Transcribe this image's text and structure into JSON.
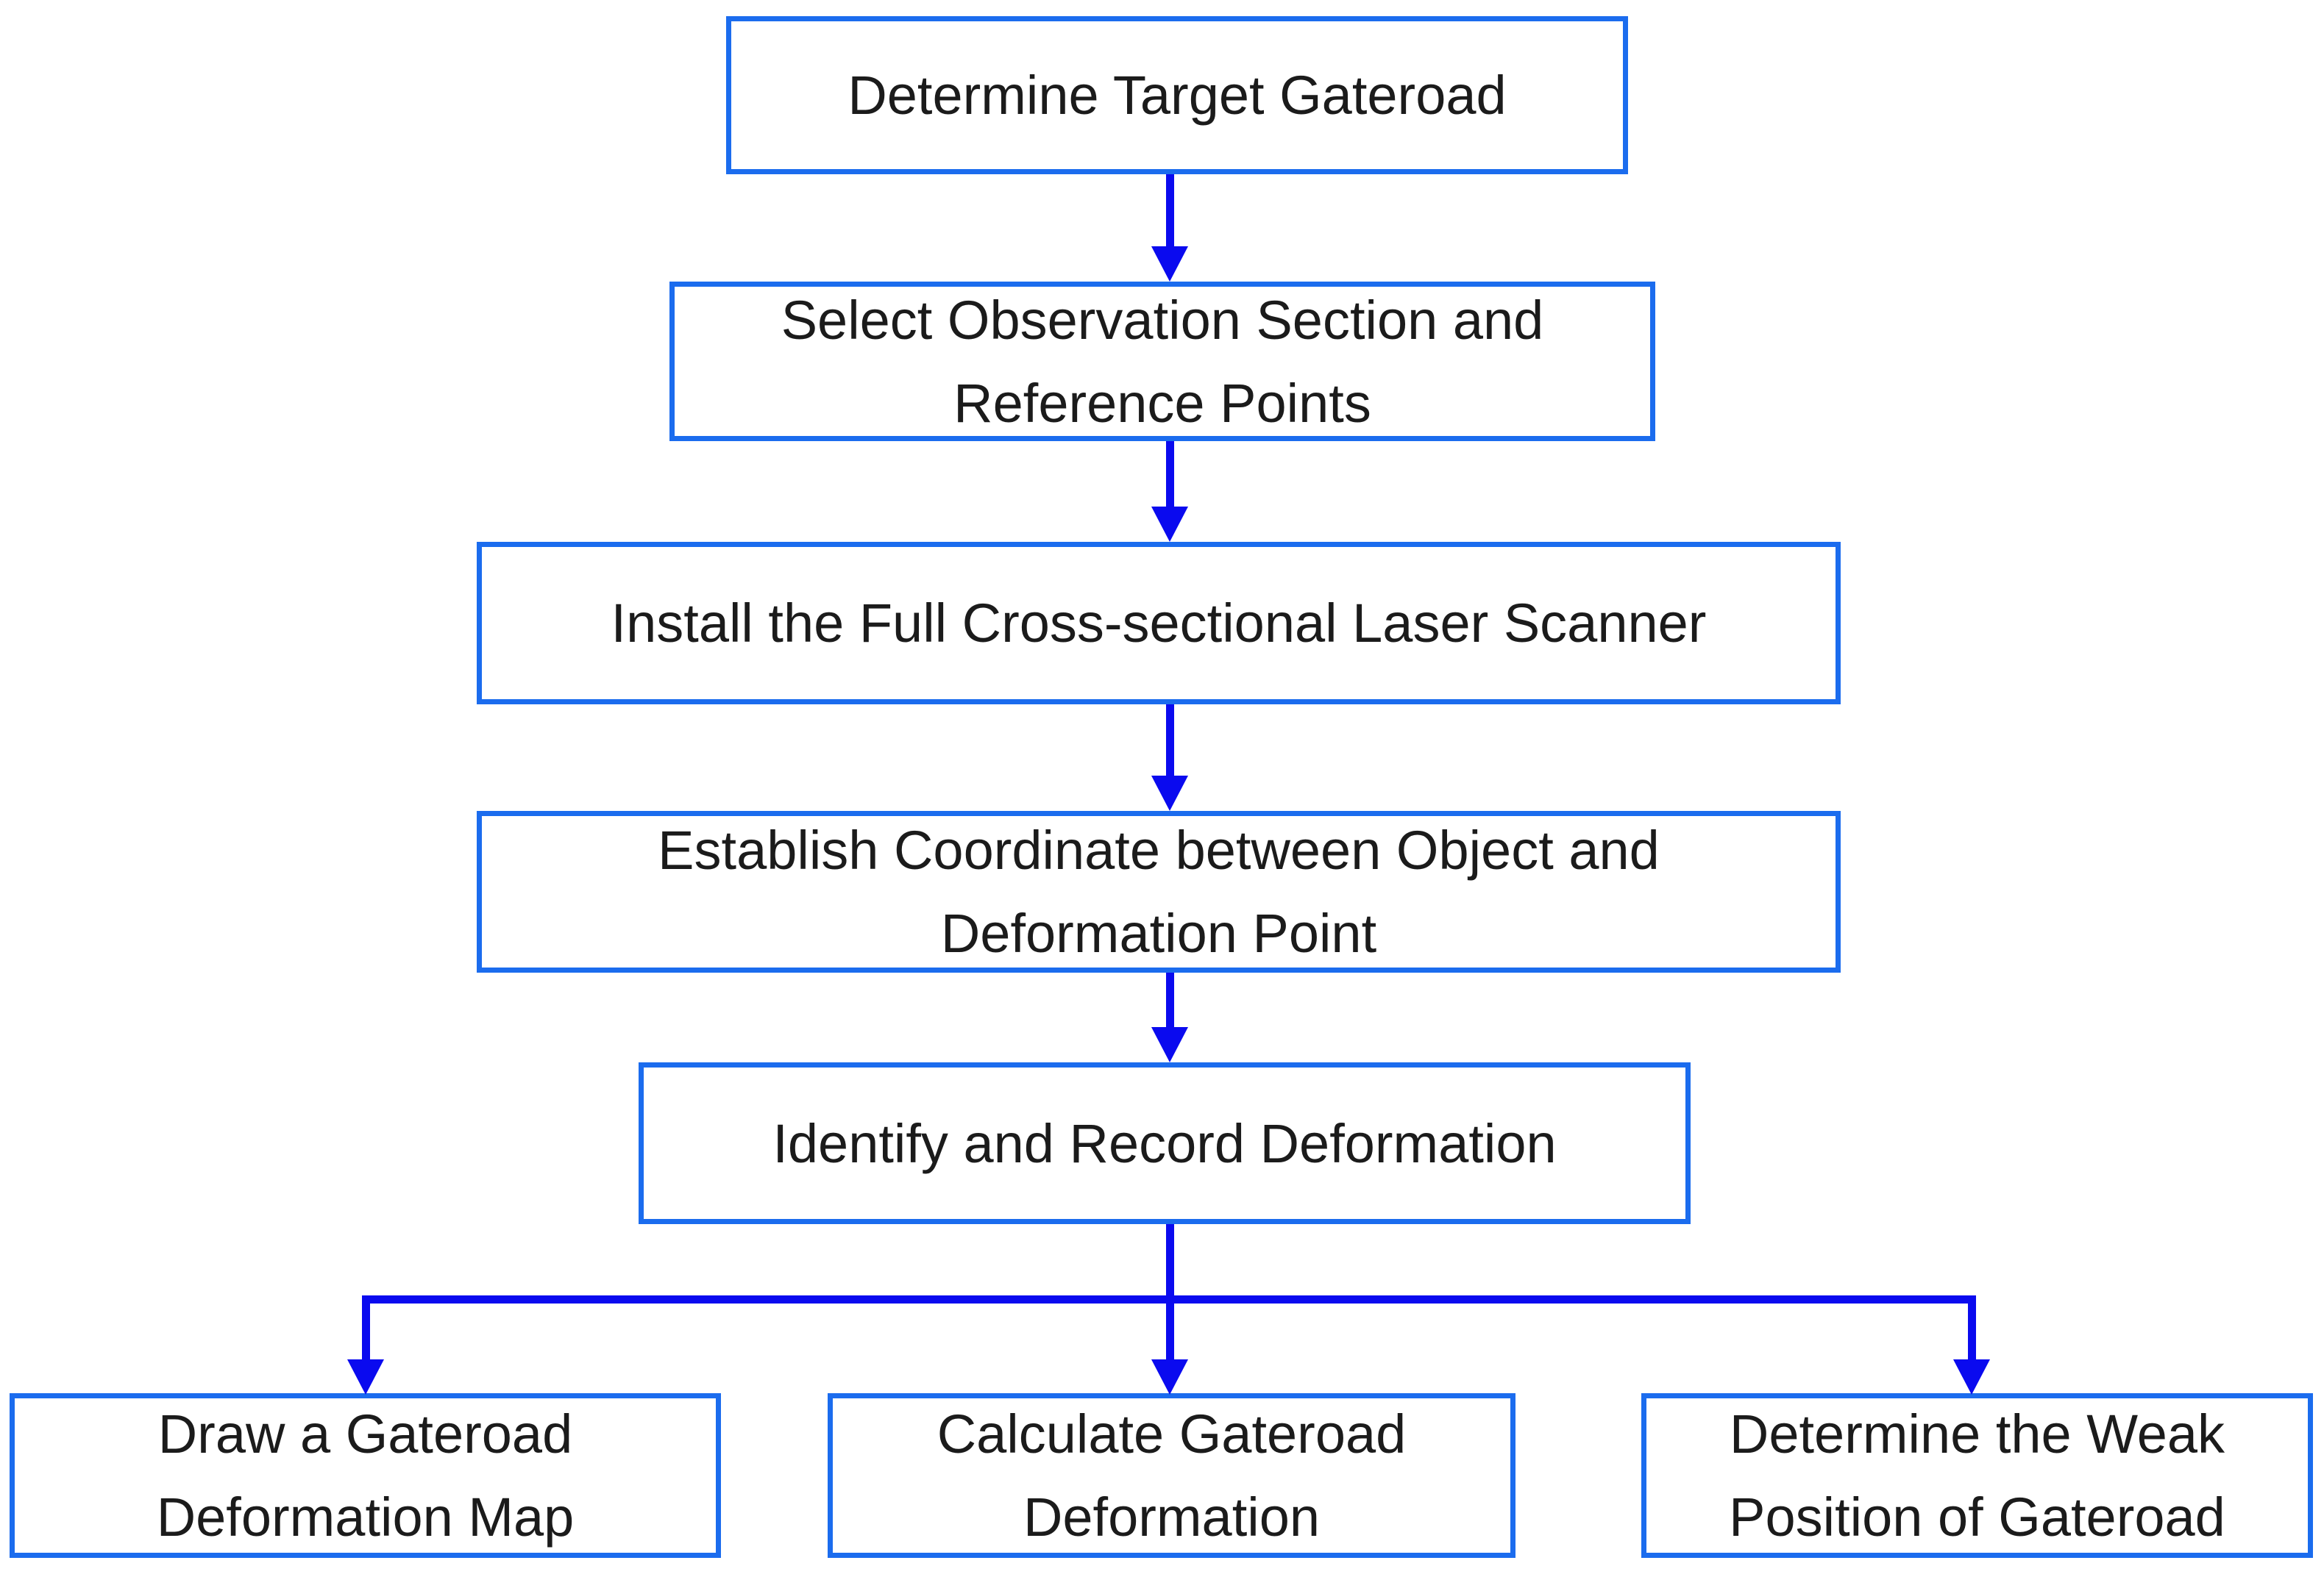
{
  "flowchart": {
    "colors": {
      "box_border": "#1b6cee",
      "arrow": "#0a0aef",
      "text": "#1b1b1b",
      "background": "#ffffff"
    },
    "nodes": [
      {
        "id": "determine-target-gateroad",
        "label": "Determine Target Gateroad"
      },
      {
        "id": "select-observation-section",
        "label": "Select Observation Section and\nReference Points"
      },
      {
        "id": "install-laser-scanner",
        "label": "Install the Full Cross-sectional Laser Scanner"
      },
      {
        "id": "establish-coordinate",
        "label": "Establish Coordinate between Object and\nDeformation Point"
      },
      {
        "id": "identify-record-deformation",
        "label": "Identify and Record Deformation"
      },
      {
        "id": "draw-deformation-map",
        "label": "Draw a Gateroad\nDeformation Map"
      },
      {
        "id": "calculate-deformation",
        "label": "Calculate Gateroad\nDeformation"
      },
      {
        "id": "determine-weak-position",
        "label": "Determine the Weak\nPosition of Gateroad"
      }
    ],
    "edges": [
      {
        "from": "determine-target-gateroad",
        "to": "select-observation-section"
      },
      {
        "from": "select-observation-section",
        "to": "install-laser-scanner"
      },
      {
        "from": "install-laser-scanner",
        "to": "establish-coordinate"
      },
      {
        "from": "establish-coordinate",
        "to": "identify-record-deformation"
      },
      {
        "from": "identify-record-deformation",
        "to": "draw-deformation-map"
      },
      {
        "from": "identify-record-deformation",
        "to": "calculate-deformation"
      },
      {
        "from": "identify-record-deformation",
        "to": "determine-weak-position"
      }
    ]
  }
}
